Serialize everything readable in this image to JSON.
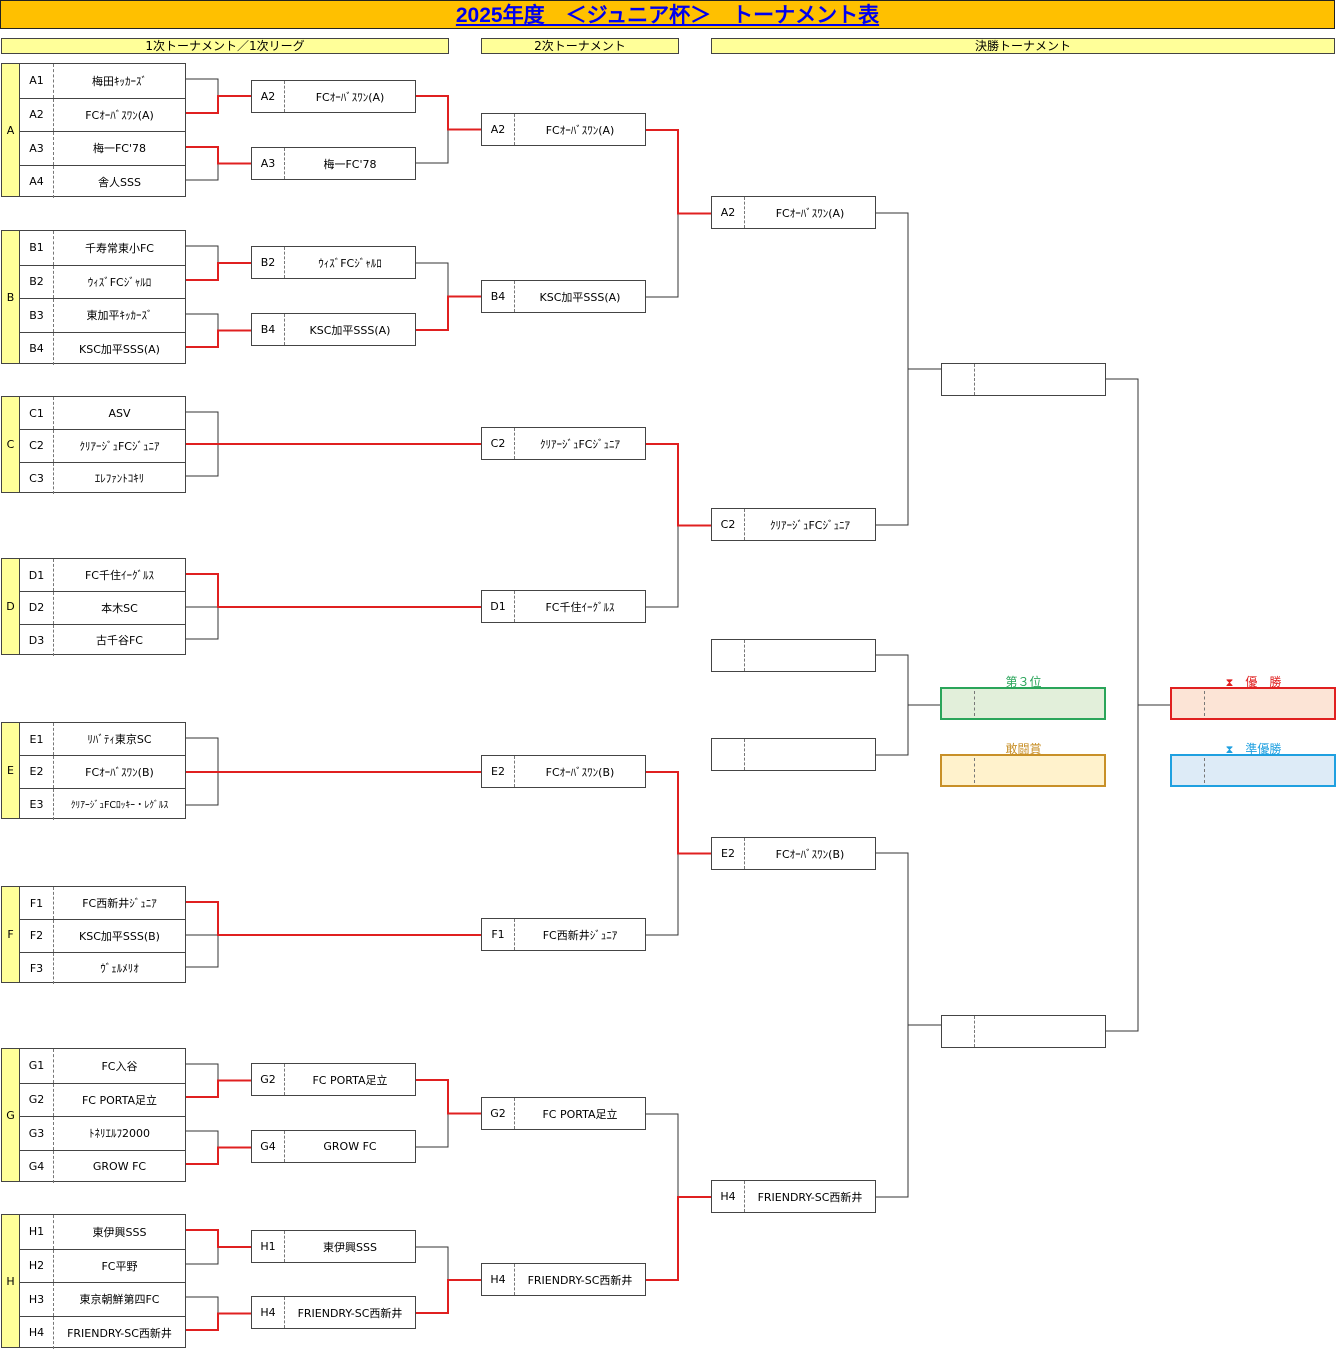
{
  "title": "2025年度　＜ジュニア杯＞　トーナメント表",
  "rounds": {
    "first": "1次トーナメント／1次リーグ",
    "second": "2次トーナメント",
    "final": "決勝トーナメント"
  },
  "groups": [
    {
      "label": "A",
      "teams": [
        {
          "code": "A1",
          "name": "梅田ｷｯｶｰｽﾞ"
        },
        {
          "code": "A2",
          "name": "FCｵｰﾊﾞｽﾜﾝ(A)"
        },
        {
          "code": "A3",
          "name": "梅一FC'78"
        },
        {
          "code": "A4",
          "name": "舎人SSS"
        }
      ]
    },
    {
      "label": "B",
      "teams": [
        {
          "code": "B1",
          "name": "千寿常東小FC"
        },
        {
          "code": "B2",
          "name": "ｳｨｽﾞFCｼﾞｬﾙﾛ"
        },
        {
          "code": "B3",
          "name": "東加平ｷｯｶｰｽﾞ"
        },
        {
          "code": "B4",
          "name": "KSC加平SSS(A)"
        }
      ]
    },
    {
      "label": "C",
      "teams": [
        {
          "code": "C1",
          "name": "ASV"
        },
        {
          "code": "C2",
          "name": "ｸﾘｱｰｼﾞｭFCｼﾞｭﾆｱ"
        },
        {
          "code": "C3",
          "name": "ｴﾚﾌｧﾝﾄｺｷﾘ"
        }
      ]
    },
    {
      "label": "D",
      "teams": [
        {
          "code": "D1",
          "name": "FC千住ｲｰｸﾞﾙｽ"
        },
        {
          "code": "D2",
          "name": "本木SC"
        },
        {
          "code": "D3",
          "name": "古千谷FC"
        }
      ]
    },
    {
      "label": "E",
      "teams": [
        {
          "code": "E1",
          "name": "ﾘﾊﾞﾃｨ東京SC"
        },
        {
          "code": "E2",
          "name": "FCｵｰﾊﾞｽﾜﾝ(B)"
        },
        {
          "code": "E3",
          "name": "ｸﾘｱｰｼﾞｭFCﾛｯｷｰ・ﾚｸﾞﾙｽ"
        }
      ]
    },
    {
      "label": "F",
      "teams": [
        {
          "code": "F1",
          "name": "FC西新井ｼﾞｭﾆｱ"
        },
        {
          "code": "F2",
          "name": "KSC加平SSS(B)"
        },
        {
          "code": "F3",
          "name": "ｳﾞｪﾙﾒﾘｵ"
        }
      ]
    },
    {
      "label": "G",
      "teams": [
        {
          "code": "G1",
          "name": "FC入谷"
        },
        {
          "code": "G2",
          "name": "FC PORTA足立"
        },
        {
          "code": "G3",
          "name": "ﾄﾈﾘｴﾙﾌ2000"
        },
        {
          "code": "G4",
          "name": "GROW FC"
        }
      ]
    },
    {
      "label": "H",
      "teams": [
        {
          "code": "H1",
          "name": "東伊興SSS"
        },
        {
          "code": "H2",
          "name": "FC平野"
        },
        {
          "code": "H3",
          "name": "東京朝鮮第四FC"
        },
        {
          "code": "H4",
          "name": "FRIENDRY-SC西新井"
        }
      ]
    }
  ],
  "round1_winners": [
    {
      "code": "A2",
      "name": "FCｵｰﾊﾞｽﾜﾝ(A)"
    },
    {
      "code": "A3",
      "name": "梅一FC'78"
    },
    {
      "code": "B2",
      "name": "ｳｨｽﾞFCｼﾞｬﾙﾛ"
    },
    {
      "code": "B4",
      "name": "KSC加平SSS(A)"
    },
    {
      "code": "G2",
      "name": "FC PORTA足立"
    },
    {
      "code": "G4",
      "name": "GROW FC"
    },
    {
      "code": "H1",
      "name": "東伊興SSS"
    },
    {
      "code": "H4",
      "name": "FRIENDRY-SC西新井"
    }
  ],
  "second_round": [
    {
      "code": "A2",
      "name": "FCｵｰﾊﾞｽﾜﾝ(A)"
    },
    {
      "code": "B4",
      "name": "KSC加平SSS(A)"
    },
    {
      "code": "C2",
      "name": "ｸﾘｱｰｼﾞｭFCｼﾞｭﾆｱ"
    },
    {
      "code": "D1",
      "name": "FC千住ｲｰｸﾞﾙｽ"
    },
    {
      "code": "E2",
      "name": "FCｵｰﾊﾞｽﾜﾝ(B)"
    },
    {
      "code": "F1",
      "name": "FC西新井ｼﾞｭﾆｱ"
    },
    {
      "code": "G2",
      "name": "FC PORTA足立"
    },
    {
      "code": "H4",
      "name": "FRIENDRY-SC西新井"
    }
  ],
  "quarterfinals": [
    {
      "code": "A2",
      "name": "FCｵｰﾊﾞｽﾜﾝ(A)"
    },
    {
      "code": "C2",
      "name": "ｸﾘｱｰｼﾞｭFCｼﾞｭﾆｱ"
    },
    {
      "code": "E2",
      "name": "FCｵｰﾊﾞｽﾜﾝ(B)"
    },
    {
      "code": "H4",
      "name": "FRIENDRY-SC西新井"
    }
  ],
  "semifinals": [
    {
      "code": "",
      "name": ""
    },
    {
      "code": "",
      "name": ""
    }
  ],
  "third_place_match": [
    {
      "code": "",
      "name": ""
    },
    {
      "code": "",
      "name": ""
    }
  ],
  "awards": {
    "third": {
      "label": "第３位",
      "value": "",
      "color": "#2aa55a"
    },
    "fighting_spirit": {
      "label": "敢闘賞",
      "value": "",
      "color": "#c89028"
    },
    "champion": {
      "label": "優　勝",
      "value": "",
      "color": "#e02020"
    },
    "runner_up": {
      "label": "準優勝",
      "value": "",
      "color": "#1fa0e0"
    }
  },
  "colors": {
    "title_bg": "#ffc000",
    "title_text": "#0000ee",
    "header_bg": "#ffff99",
    "winner_line": "#e02020",
    "bracket_line": "#333333"
  }
}
